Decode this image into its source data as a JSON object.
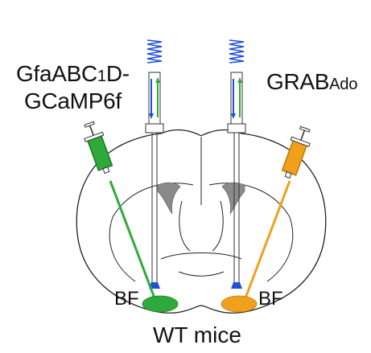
{
  "labels": {
    "left_line1_main": "GfaABC",
    "left_line1_sub": "1",
    "left_line1_tail": "D-",
    "left_line2": "GCaMP6f",
    "right_main": "GRAB",
    "right_sub": "Ado",
    "bf_left": "BF",
    "bf_right": "BF",
    "mice": "WT mice"
  },
  "colors": {
    "green": "#2faa3a",
    "green_dark": "#1c7a26",
    "orange": "#f0a01c",
    "orange_dark": "#c47a08",
    "blue": "#1f4fd8",
    "gray": "#8a8a8a",
    "outline": "#222222"
  }
}
